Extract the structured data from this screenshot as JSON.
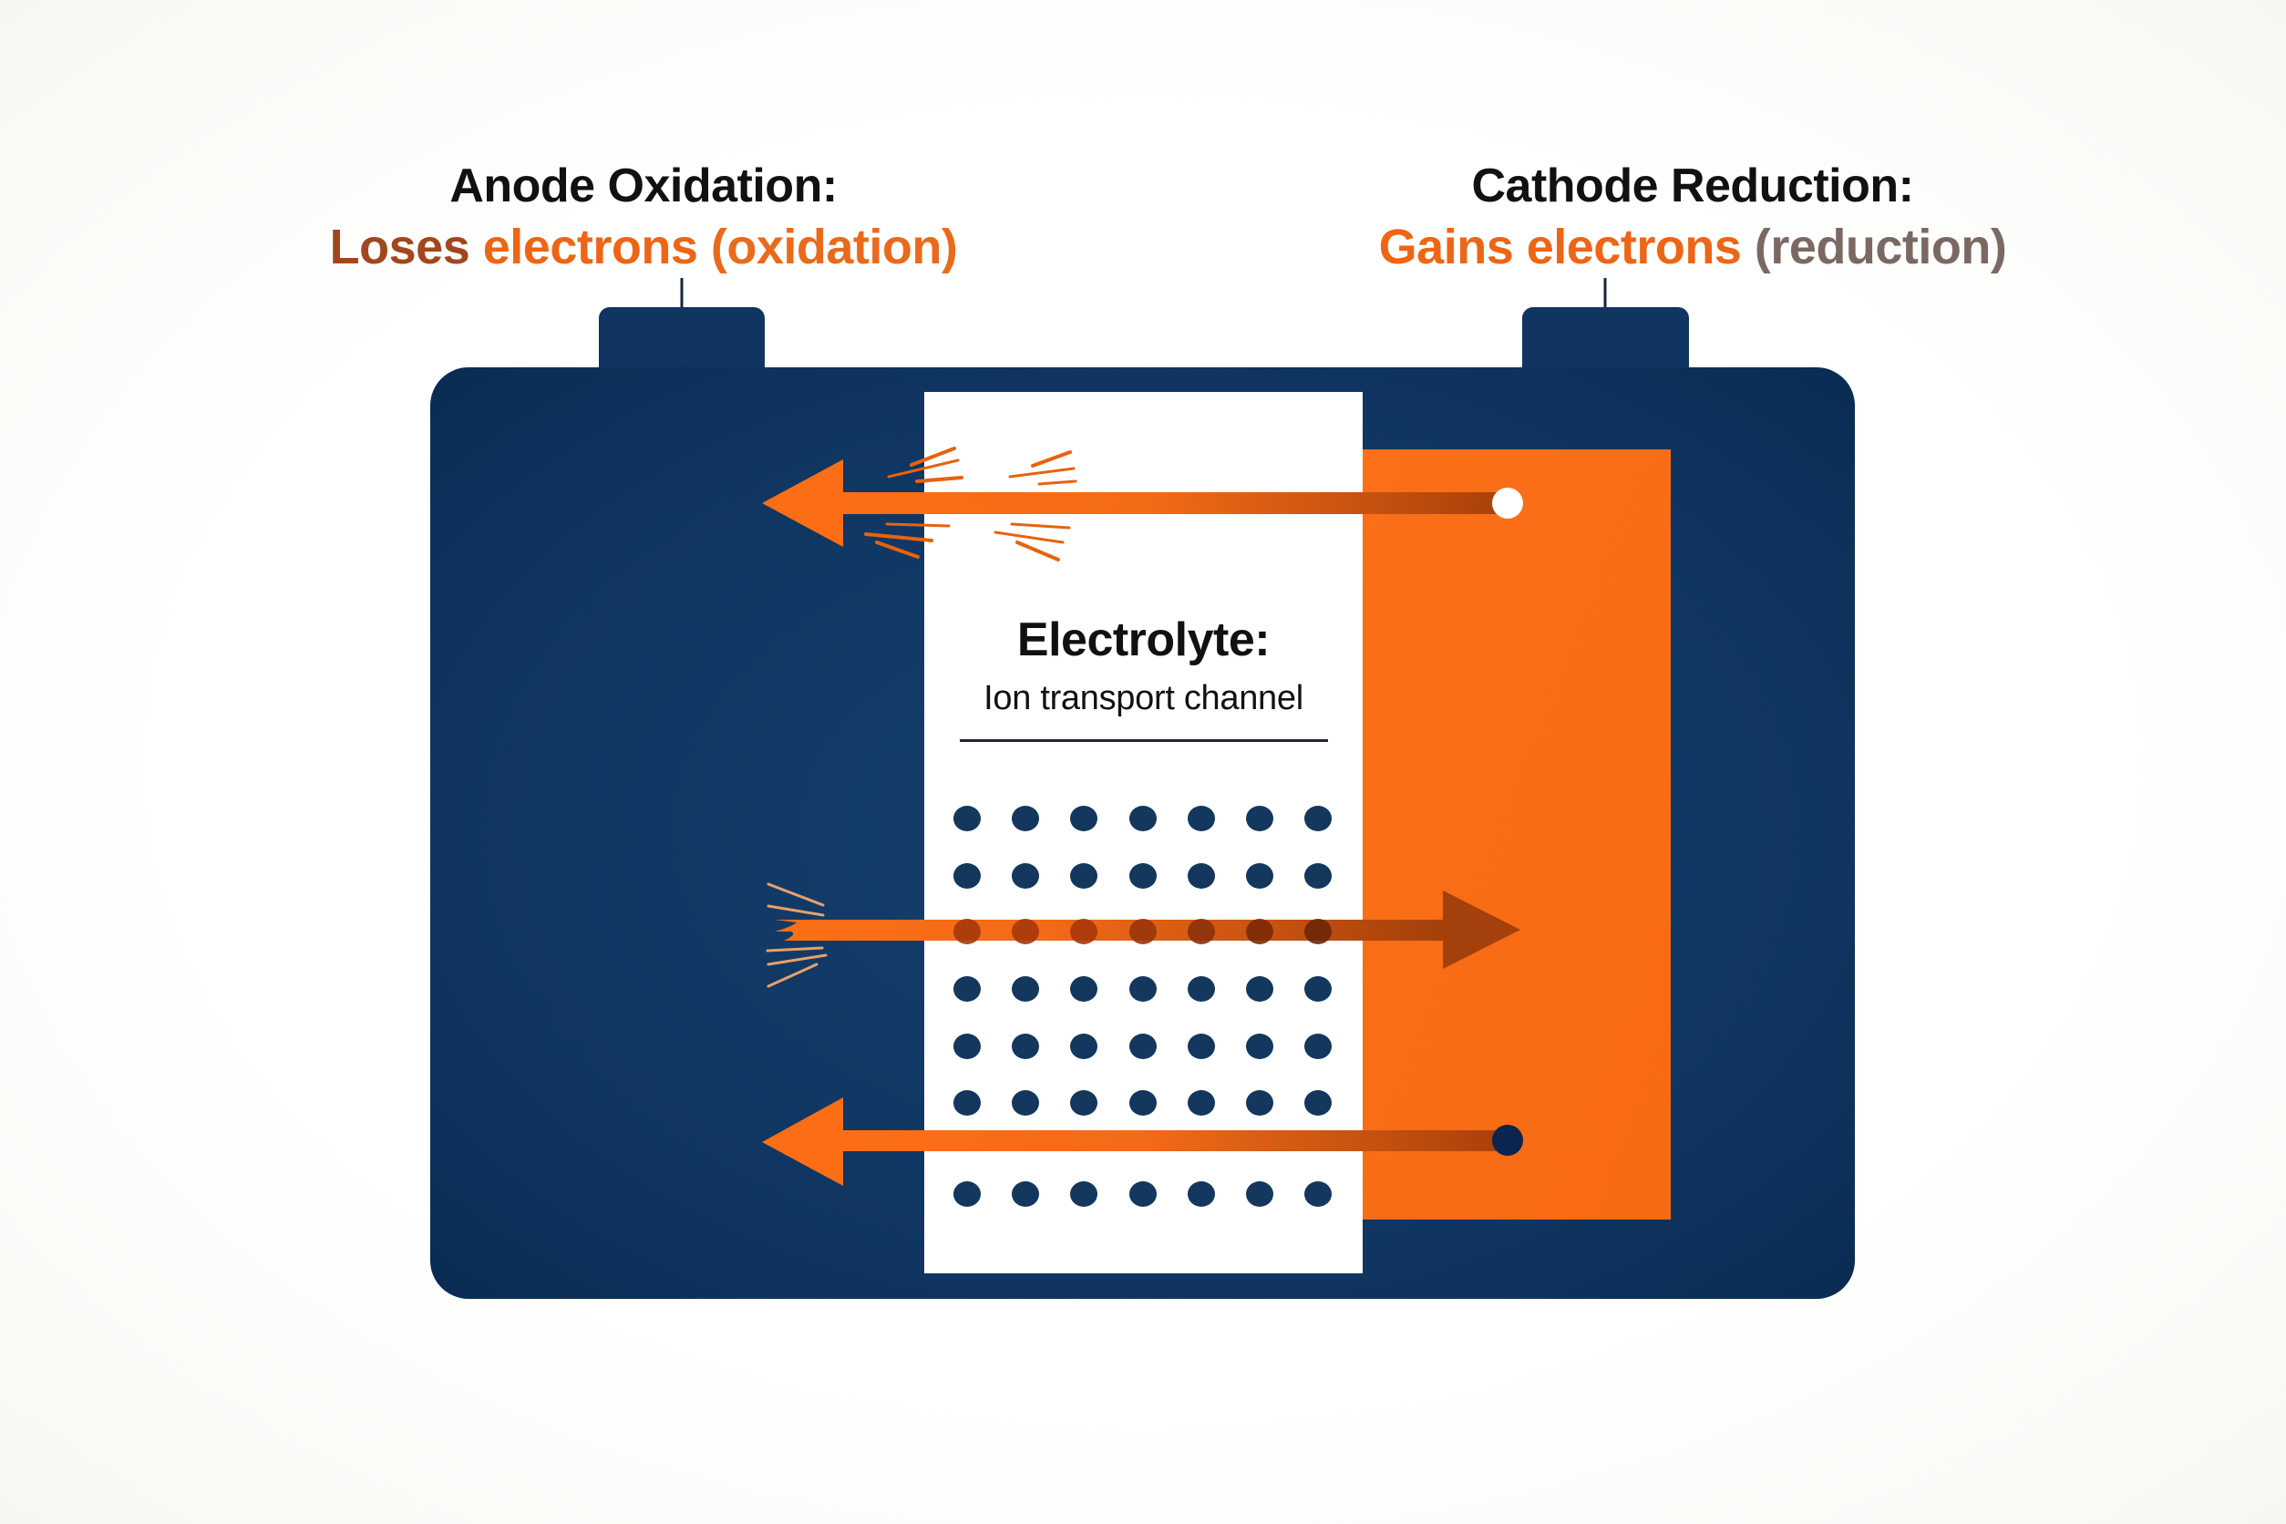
{
  "diagram": {
    "type": "battery-cell-schematic",
    "anode": {
      "title": "Anode Oxidation:",
      "subtitle": {
        "word1": "Loses",
        "word2": " electrons",
        "word3": " (oxidation)"
      }
    },
    "cathode": {
      "title": "Cathode Reduction:",
      "subtitle": {
        "word1": "Gains electrons",
        "word2": " (reduction)"
      }
    },
    "electrolyte": {
      "title": "Electrolyte:",
      "subtitle": "Ion transport channel"
    },
    "arrows": [
      {
        "id": "top",
        "direction": "left",
        "meaning": "electron flow from cathode region to anode",
        "origin_dot": "white"
      },
      {
        "id": "middle",
        "direction": "right",
        "meaning": "ion flow through electrolyte to cathode"
      },
      {
        "id": "bottom",
        "direction": "left",
        "meaning": "flow from cathode to anode",
        "origin_dot": "navy"
      }
    ],
    "ion_grid": {
      "rows": 7,
      "columns": 7
    }
  },
  "colors": {
    "battery_navy": "#0f3560",
    "battery_navy_dark": "#0a2c53",
    "cathode_orange": "#f96d17",
    "arrow_orange": "#fb6e15",
    "arrow_dark": "#a8400a",
    "ion_dot": "#13375d",
    "electrolyte_bg": "#ffffff",
    "loses_brown": "#a1471e",
    "electrons_orange": "#ee6515",
    "reduction_taupe": "#7b6862",
    "title_black": "#111111"
  }
}
